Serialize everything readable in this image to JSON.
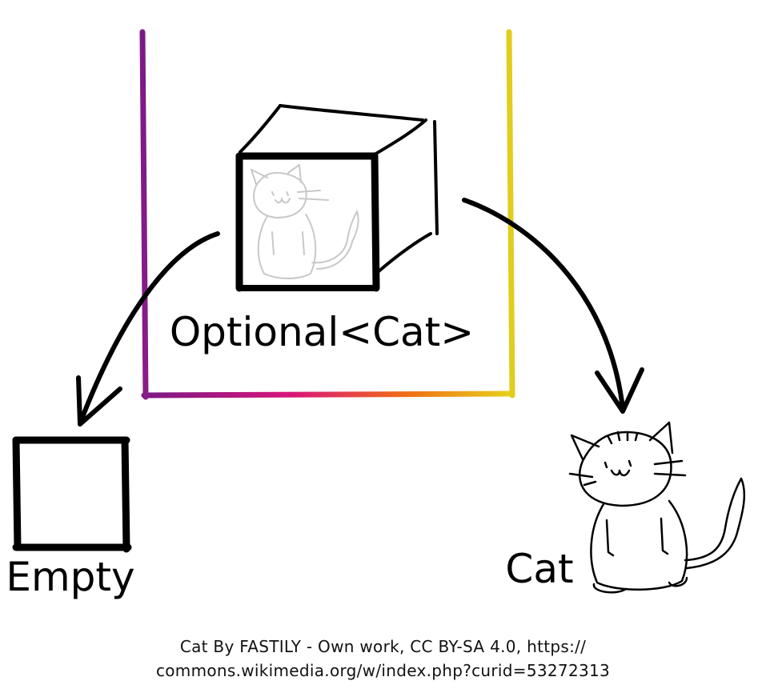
{
  "labels": {
    "optional": "Optional<Cat>",
    "empty": "Empty",
    "cat": "Cat"
  },
  "credit": {
    "line1": "Cat By FASTILY - Own work, CC BY-SA 4.0, https://",
    "line2": "commons.wikimedia.org/w/index.php?curid=53272313"
  },
  "colors": {
    "frame_gradient": [
      "#7a1a86",
      "#d8157a",
      "#f06a18",
      "#e8d21a"
    ],
    "ink": "#000000",
    "faded_cat": "#c8c8c8"
  },
  "icons": {
    "box": "open-box-icon",
    "empty": "empty-square-icon",
    "cat": "cat-icon"
  }
}
